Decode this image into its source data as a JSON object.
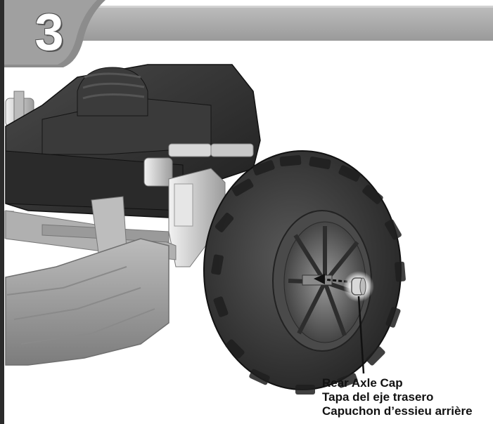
{
  "step": {
    "number": "3"
  },
  "callout": {
    "english": "Rear Axle Cap",
    "spanish": "Tapa del eje trasero",
    "french": "Capuchon d’essieu arrière"
  },
  "colors": {
    "header_band": "#a8a8a8",
    "step_badge": "#8a8a8a",
    "tire": "#3a3a3a",
    "vehicle_body": "#2e2e2e",
    "metal_parts": "#cfcfcf"
  }
}
